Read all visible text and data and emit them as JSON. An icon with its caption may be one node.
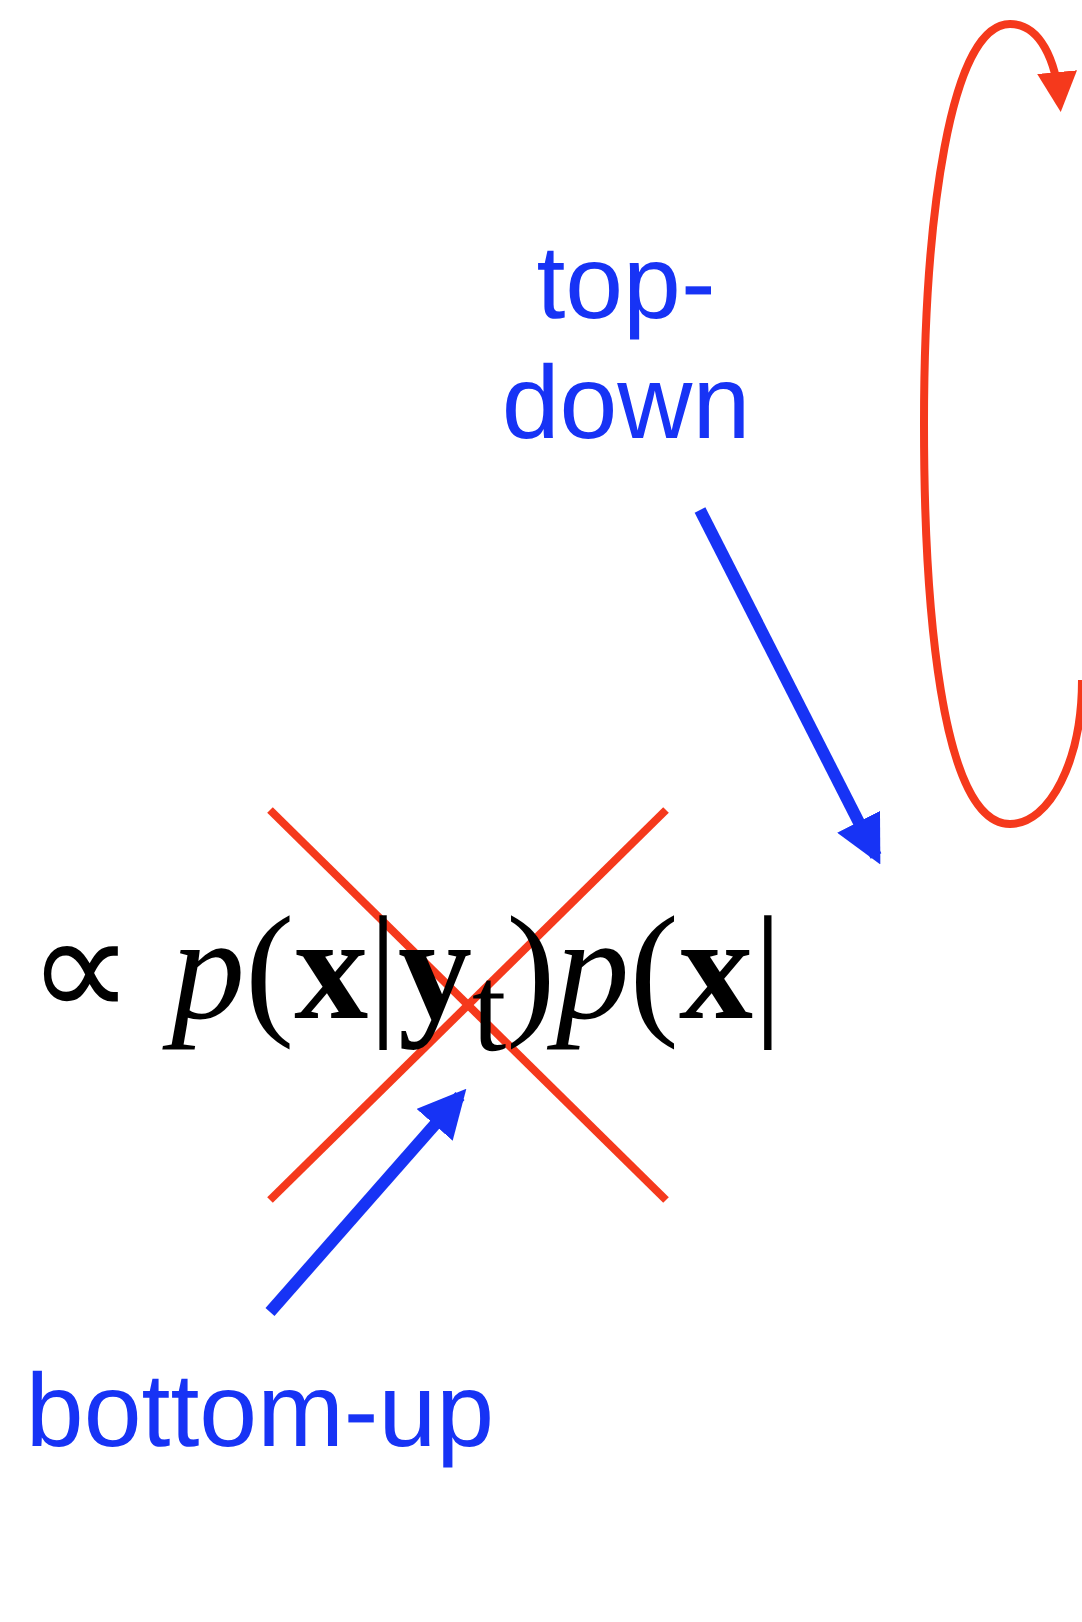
{
  "diagram": {
    "nodes": [
      {
        "text": [
          "top-down"
        ]
      },
      {
        "text": [
          "∝ *p*(**x**|**y**$_{t}$)*p*(**x**|"
        ]
      },
      {
        "text": [
          "bottom-up"
        ]
      }
    ],
    "edges": [
      {
        "from": 0,
        "to": 1,
        "arrow": "to"
      },
      {
        "from": 2,
        "to": 1,
        "arrow": "to"
      }
    ]
  }
}
